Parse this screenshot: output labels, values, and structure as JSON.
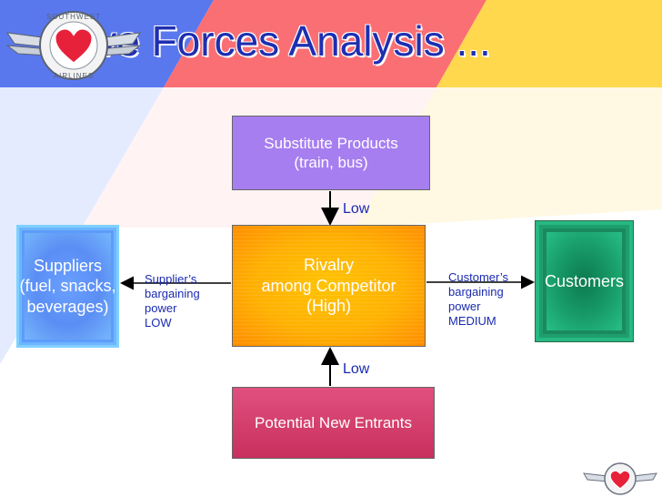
{
  "title": "ive Forces Analysis ...",
  "boxes": {
    "substitute": {
      "line1": "Substitute Products",
      "line2": "(train, bus)"
    },
    "rivalry": {
      "line1": "Rivalry",
      "line2": "among Competitor",
      "line3": "(High)"
    },
    "entrants": {
      "line1": "Potential New Entrants"
    },
    "suppliers": {
      "line1": "Suppliers",
      "line2": "(fuel, snacks,",
      "line3": "beverages)"
    },
    "customers": {
      "line1": "Customers"
    }
  },
  "labels": {
    "low_top": "Low",
    "low_bottom": "Low",
    "supplier_power": [
      "Supplier’s",
      "bargaining",
      "power",
      "LOW"
    ],
    "customer_power": [
      "Customer’s",
      "bargaining",
      "power",
      "MEDIUM"
    ]
  },
  "logo": {
    "top_text": "SOUTHWEST",
    "bottom_text": "AIRLINES"
  },
  "colors": {
    "title": "#1f2fb0",
    "label_text": "#1a2ab0",
    "stripe_blue": "#5a78ee",
    "stripe_red": "#fa6f74",
    "stripe_yellow": "#ffd84d"
  }
}
